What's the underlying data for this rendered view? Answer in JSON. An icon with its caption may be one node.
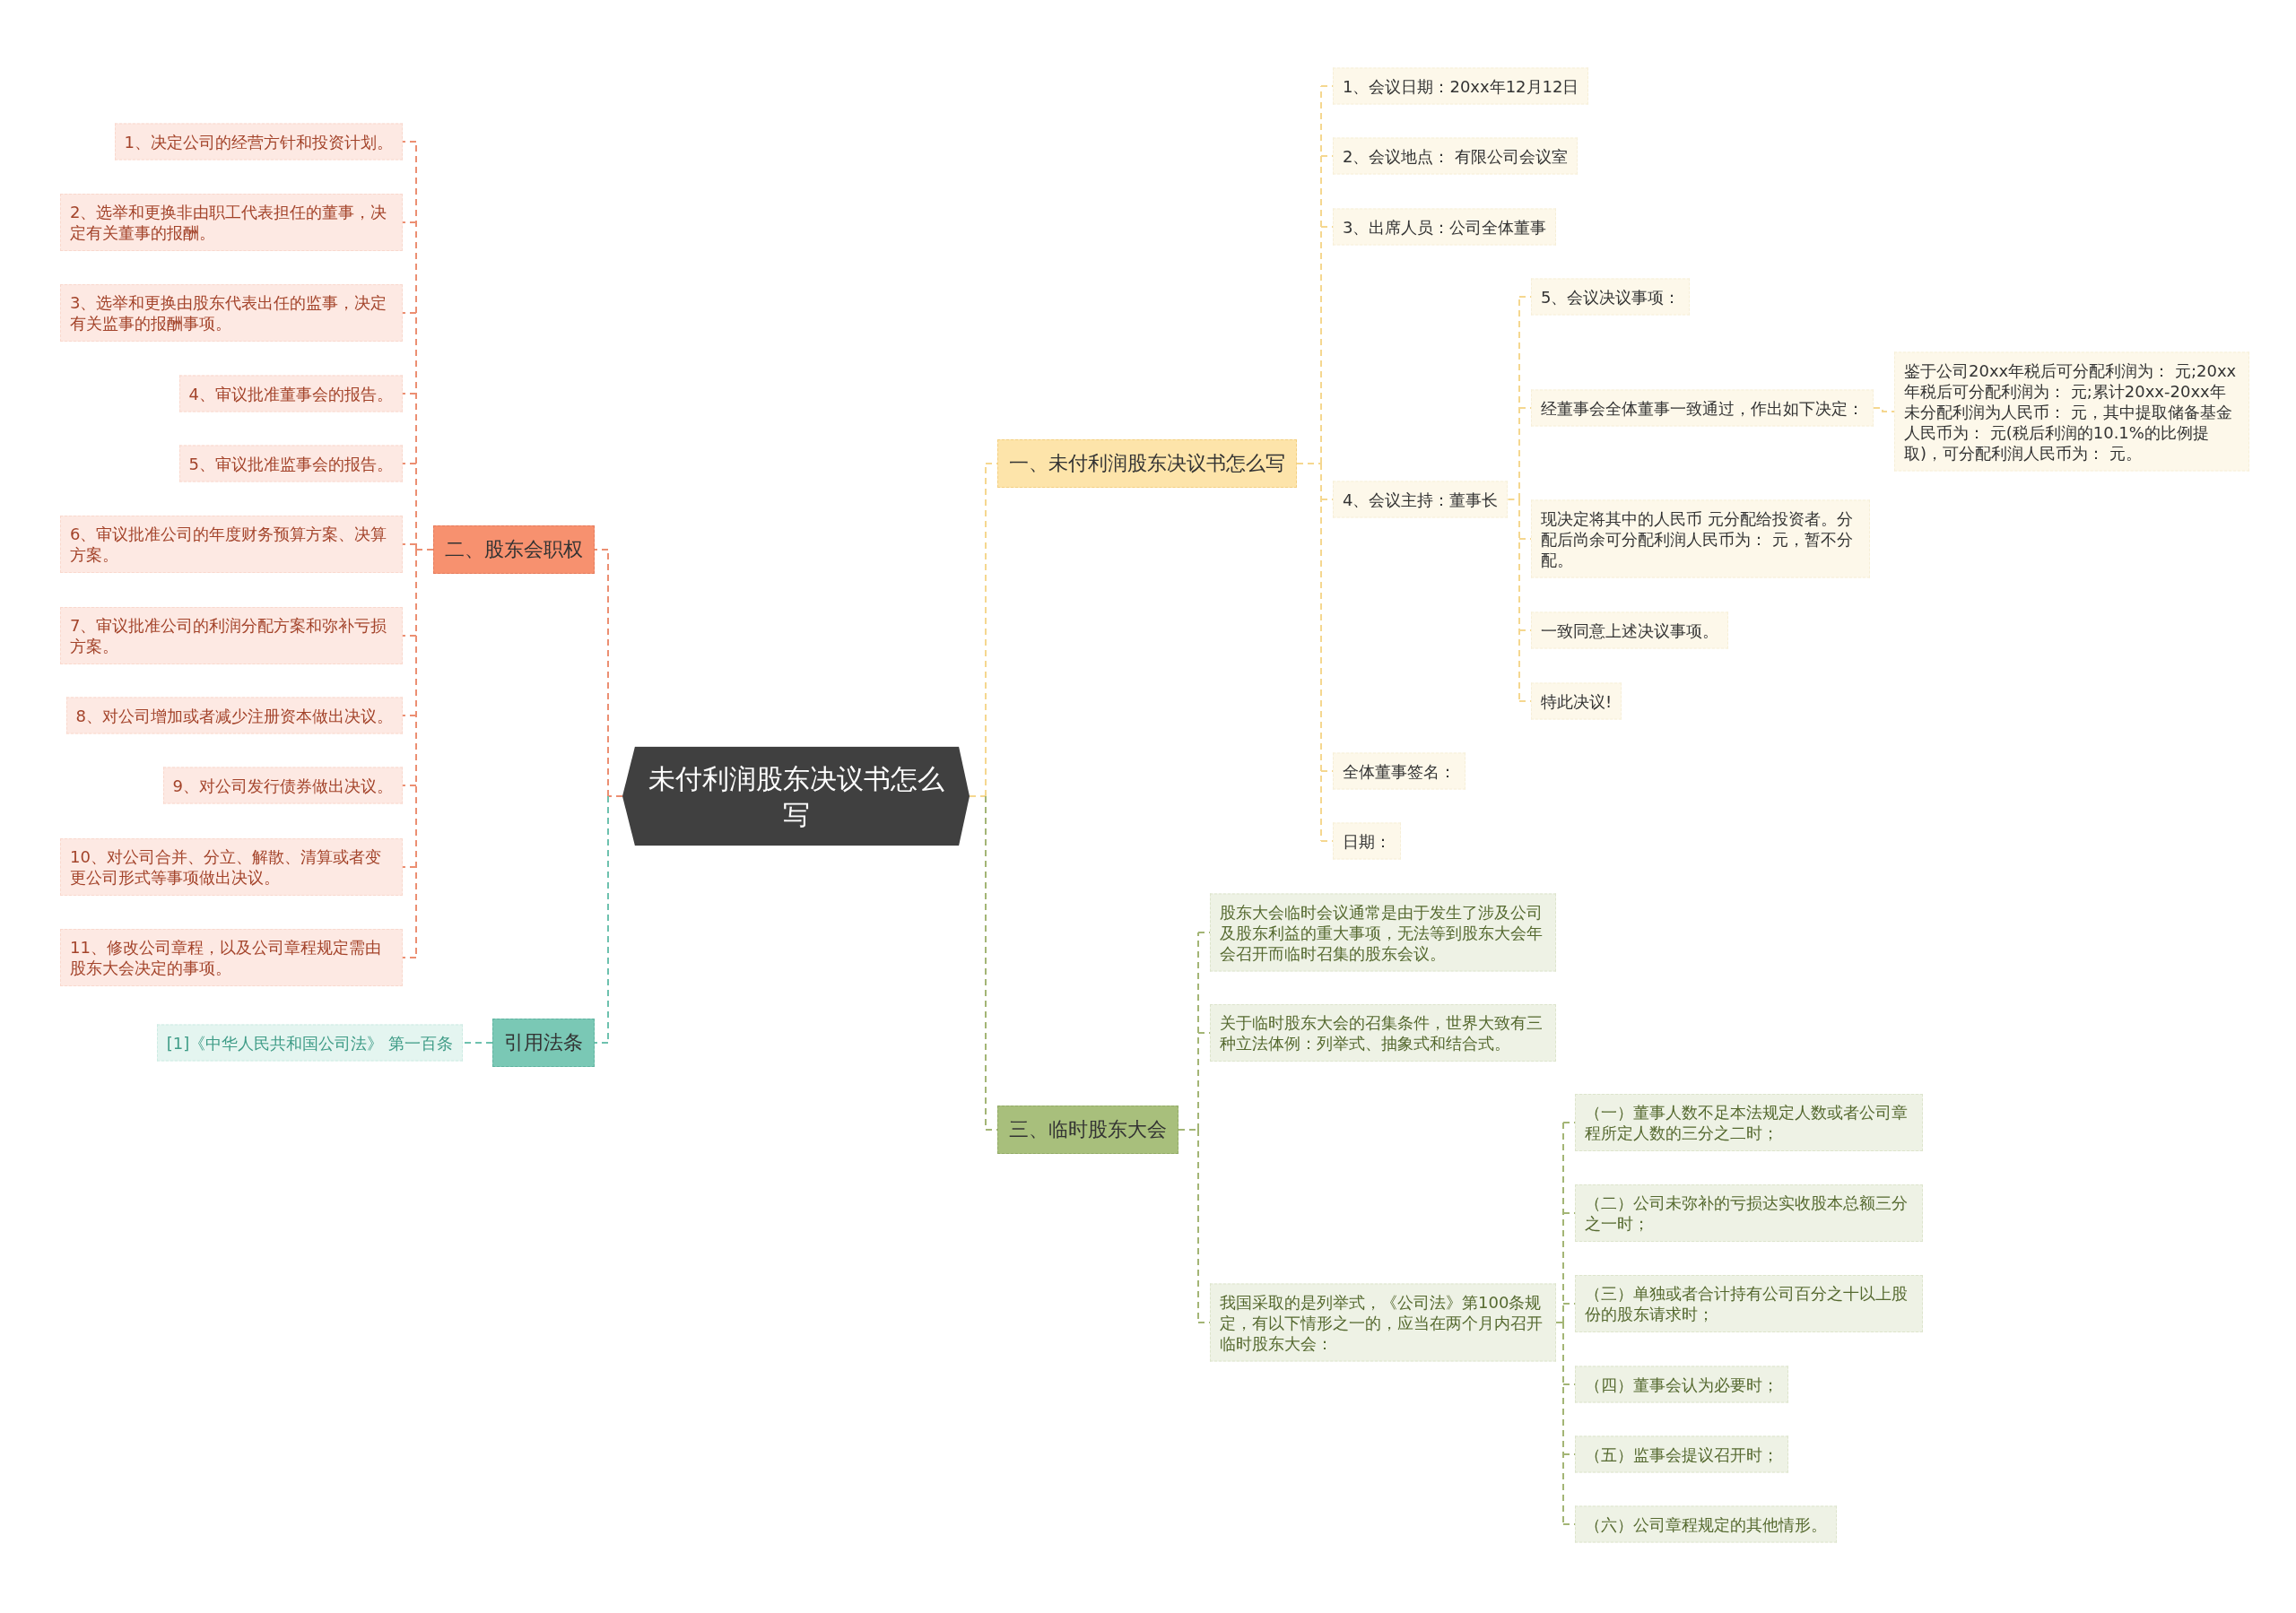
{
  "diagram": {
    "nodes": [
      {
        "text": [
          "未付利润股东决议书怎么写"
        ]
      },
      {
        "text": [
          "一、未付利润股东决议书怎么写"
        ]
      },
      {
        "text": [
          "1、会议日期：20xx年12月12日"
        ]
      },
      {
        "text": [
          "2、会议地点： 有限公司会议室"
        ]
      },
      {
        "text": [
          "3、出席人员：公司全体董事"
        ]
      },
      {
        "text": [
          "4、会议主持：董事长"
        ]
      },
      {
        "text": [
          "5、会议决议事项："
        ]
      },
      {
        "text": [
          "经董事会全体董事一致通过，作出如下决定："
        ]
      },
      {
        "text": [
          "鉴于公司20xx年税后可分配利润为： 元;20xx年税后可分配利润为： 元;累计20xx-20xx年未分配利润为人民币： 元，其中提取储备基金人民币为： 元(税后利润的10.1%的比例提取)，可分配利润人民币为： 元。"
        ]
      },
      {
        "text": [
          "现决定将其中的人民币 元分配给投资者。分配后尚余可分配利润人民币为： 元，暂不分配。"
        ]
      },
      {
        "text": [
          "一致同意上述决议事项。"
        ]
      },
      {
        "text": [
          "特此决议!"
        ]
      },
      {
        "text": [
          "全体董事签名："
        ]
      },
      {
        "text": [
          "日期："
        ]
      },
      {
        "text": [
          "二、股东会职权"
        ]
      },
      {
        "text": [
          "1、决定公司的经营方针和投资计划。"
        ]
      },
      {
        "text": [
          "2、选举和更换非由职工代表担任的董事，决定有关董事的报酬。"
        ]
      },
      {
        "text": [
          "3、选举和更换由股东代表出任的监事，决定有关监事的报酬事项。"
        ]
      },
      {
        "text": [
          "4、审议批准董事会的报告。"
        ]
      },
      {
        "text": [
          "5、审议批准监事会的报告。"
        ]
      },
      {
        "text": [
          "6、审议批准公司的年度财务预算方案、决算方案。"
        ]
      },
      {
        "text": [
          "7、审议批准公司的利润分配方案和弥补亏损方案。"
        ]
      },
      {
        "text": [
          "8、对公司增加或者减少注册资本做出决议。"
        ]
      },
      {
        "text": [
          "9、对公司发行债券做出决议。"
        ]
      },
      {
        "text": [
          "10、对公司合并、分立、解散、清算或者变更公司形式等事项做出决议。"
        ]
      },
      {
        "text": [
          "11、修改公司章程，以及公司章程规定需由股东大会决定的事项。"
        ]
      },
      {
        "text": [
          "引用法条"
        ]
      },
      {
        "text": [
          "[1]《中华人民共和国公司法》 第一百条"
        ]
      },
      {
        "text": [
          "三、临时股东大会"
        ]
      },
      {
        "text": [
          "股东大会临时会议通常是由于发生了涉及公司及股东利益的重大事项，无法等到股东大会年会召开而临时召集的股东会议。"
        ]
      },
      {
        "text": [
          "关于临时股东大会的召集条件，世界大致有三种立法体例：列举式、抽象式和结合式。"
        ]
      },
      {
        "text": [
          "我国采取的是列举式，《公司法》第100条规定，有以下情形之一的，应当在两个月内召开临时股东大会："
        ]
      },
      {
        "text": [
          "（一）董事人数不足本法规定人数或者公司章程所定人数的三分之二时；"
        ]
      },
      {
        "text": [
          "（二）公司未弥补的亏损达实收股本总额三分之一时；"
        ]
      },
      {
        "text": [
          "（三）单独或者合计持有公司百分之十以上股份的股东请求时；"
        ]
      },
      {
        "text": [
          "（四）董事会认为必要时；"
        ]
      },
      {
        "text": [
          "（五）监事会提议召开时；"
        ]
      },
      {
        "text": [
          "（六）公司章程规定的其他情形。"
        ]
      }
    ],
    "edges": [
      {
        "from": 0,
        "to": 1,
        "arrow": "none",
        "style": "dashed",
        "color": "#f5d78f"
      },
      {
        "from": 1,
        "to": 2,
        "arrow": "none",
        "style": "dashed",
        "color": "#f5d78f"
      },
      {
        "from": 1,
        "to": 3,
        "arrow": "none",
        "style": "dashed",
        "color": "#f5d78f"
      },
      {
        "from": 1,
        "to": 4,
        "arrow": "none",
        "style": "dashed",
        "color": "#f5d78f"
      },
      {
        "from": 1,
        "to": 5,
        "arrow": "none",
        "style": "dashed",
        "color": "#f5d78f"
      },
      {
        "from": 5,
        "to": 6,
        "arrow": "none",
        "style": "dashed",
        "color": "#f5d78f"
      },
      {
        "from": 5,
        "to": 7,
        "arrow": "none",
        "style": "dashed",
        "color": "#f5d78f"
      },
      {
        "from": 7,
        "to": 8,
        "arrow": "none",
        "style": "dashed",
        "color": "#f5d78f"
      },
      {
        "from": 5,
        "to": 9,
        "arrow": "none",
        "style": "dashed",
        "color": "#f5d78f"
      },
      {
        "from": 5,
        "to": 10,
        "arrow": "none",
        "style": "dashed",
        "color": "#f5d78f"
      },
      {
        "from": 5,
        "to": 11,
        "arrow": "none",
        "style": "dashed",
        "color": "#f5d78f"
      },
      {
        "from": 1,
        "to": 12,
        "arrow": "none",
        "style": "dashed",
        "color": "#f5d78f"
      },
      {
        "from": 1,
        "to": 13,
        "arrow": "none",
        "style": "dashed",
        "color": "#f5d78f"
      },
      {
        "from": 0,
        "to": 14,
        "arrow": "none",
        "style": "dashed",
        "color": "#ec8f72"
      },
      {
        "from": 14,
        "to": 15,
        "arrow": "none",
        "style": "dashed",
        "color": "#ec8f72"
      },
      {
        "from": 14,
        "to": 16,
        "arrow": "none",
        "style": "dashed",
        "color": "#ec8f72"
      },
      {
        "from": 14,
        "to": 17,
        "arrow": "none",
        "style": "dashed",
        "color": "#ec8f72"
      },
      {
        "from": 14,
        "to": 18,
        "arrow": "none",
        "style": "dashed",
        "color": "#ec8f72"
      },
      {
        "from": 14,
        "to": 19,
        "arrow": "none",
        "style": "dashed",
        "color": "#ec8f72"
      },
      {
        "from": 14,
        "to": 20,
        "arrow": "none",
        "style": "dashed",
        "color": "#ec8f72"
      },
      {
        "from": 14,
        "to": 21,
        "arrow": "none",
        "style": "dashed",
        "color": "#ec8f72"
      },
      {
        "from": 14,
        "to": 22,
        "arrow": "none",
        "style": "dashed",
        "color": "#ec8f72"
      },
      {
        "from": 14,
        "to": 23,
        "arrow": "none",
        "style": "dashed",
        "color": "#ec8f72"
      },
      {
        "from": 14,
        "to": 24,
        "arrow": "none",
        "style": "dashed",
        "color": "#ec8f72"
      },
      {
        "from": 14,
        "to": 25,
        "arrow": "none",
        "style": "dashed",
        "color": "#ec8f72"
      },
      {
        "from": 0,
        "to": 26,
        "arrow": "none",
        "style": "dashed",
        "color": "#6dc1ae"
      },
      {
        "from": 26,
        "to": 27,
        "arrow": "none",
        "style": "dashed",
        "color": "#6dc1ae"
      },
      {
        "from": 0,
        "to": 28,
        "arrow": "none",
        "style": "dashed",
        "color": "#a3b575"
      },
      {
        "from": 28,
        "to": 29,
        "arrow": "none",
        "style": "dashed",
        "color": "#a3b575"
      },
      {
        "from": 28,
        "to": 30,
        "arrow": "none",
        "style": "dashed",
        "color": "#a3b575"
      },
      {
        "from": 28,
        "to": 31,
        "arrow": "none",
        "style": "dashed",
        "color": "#a3b575"
      },
      {
        "from": 31,
        "to": 32,
        "arrow": "none",
        "style": "dashed",
        "color": "#a3b575"
      },
      {
        "from": 31,
        "to": 33,
        "arrow": "none",
        "style": "dashed",
        "color": "#a3b575"
      },
      {
        "from": 31,
        "to": 34,
        "arrow": "none",
        "style": "dashed",
        "color": "#a3b575"
      },
      {
        "from": 31,
        "to": 35,
        "arrow": "none",
        "style": "dashed",
        "color": "#a3b575"
      },
      {
        "from": 31,
        "to": 36,
        "arrow": "none",
        "style": "dashed",
        "color": "#a3b575"
      },
      {
        "from": 31,
        "to": 37,
        "arrow": "none",
        "style": "dashed",
        "color": "#a3b575"
      }
    ]
  }
}
